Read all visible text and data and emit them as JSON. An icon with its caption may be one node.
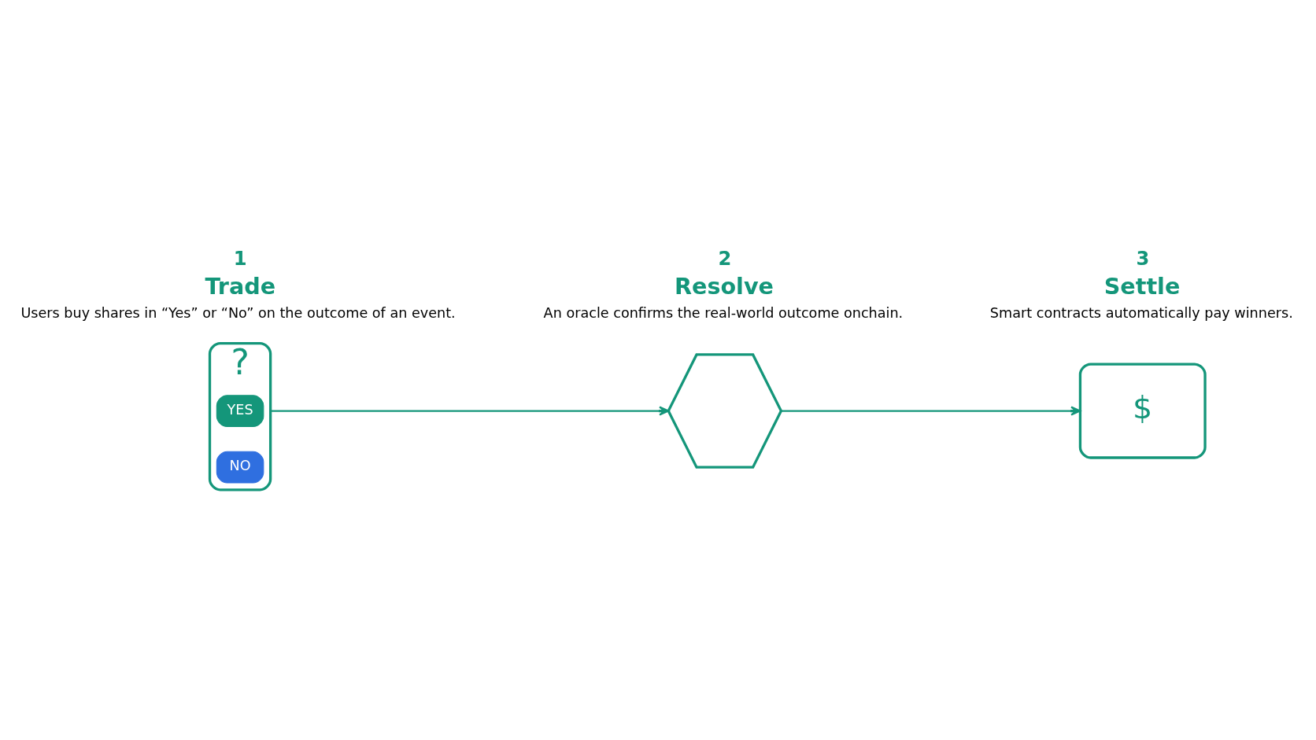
{
  "diagram": {
    "nodes": [
      {
        "text": [
          "?"
        ],
        "beside": [
          "1",
          "Trade",
          "Users buy shares in “Yes” or “No” on the outcome of an event."
        ]
      },
      {
        "text": [
          "YES"
        ],
        "in": 0
      },
      {
        "text": [
          "NO"
        ],
        "in": 0
      },
      {
        "text": [],
        "shape": "hexagon",
        "beside": [
          "2",
          "Resolve",
          "An oracle confirms the real-world outcome onchain."
        ]
      },
      {
        "text": [
          "$"
        ],
        "beside": [
          "3",
          "Settle",
          "Smart contracts automatically pay winners."
        ]
      }
    ],
    "edges": [
      {
        "from": 0,
        "to": 3,
        "arrow": "to"
      },
      {
        "from": 3,
        "to": 4,
        "arrow": "to"
      }
    ]
  }
}
